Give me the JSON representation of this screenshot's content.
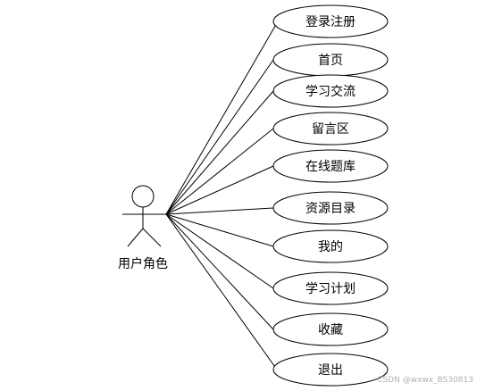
{
  "actor": {
    "label": "用户角色"
  },
  "use_cases": [
    {
      "label": "登录注册"
    },
    {
      "label": "首页"
    },
    {
      "label": "学习交流"
    },
    {
      "label": "留言区"
    },
    {
      "label": "在线题库"
    },
    {
      "label": "资源目录"
    },
    {
      "label": "我的"
    },
    {
      "label": "学习计划"
    },
    {
      "label": "收藏"
    },
    {
      "label": "退出"
    }
  ],
  "watermark": "CSDN @wxwx_BS30813"
}
